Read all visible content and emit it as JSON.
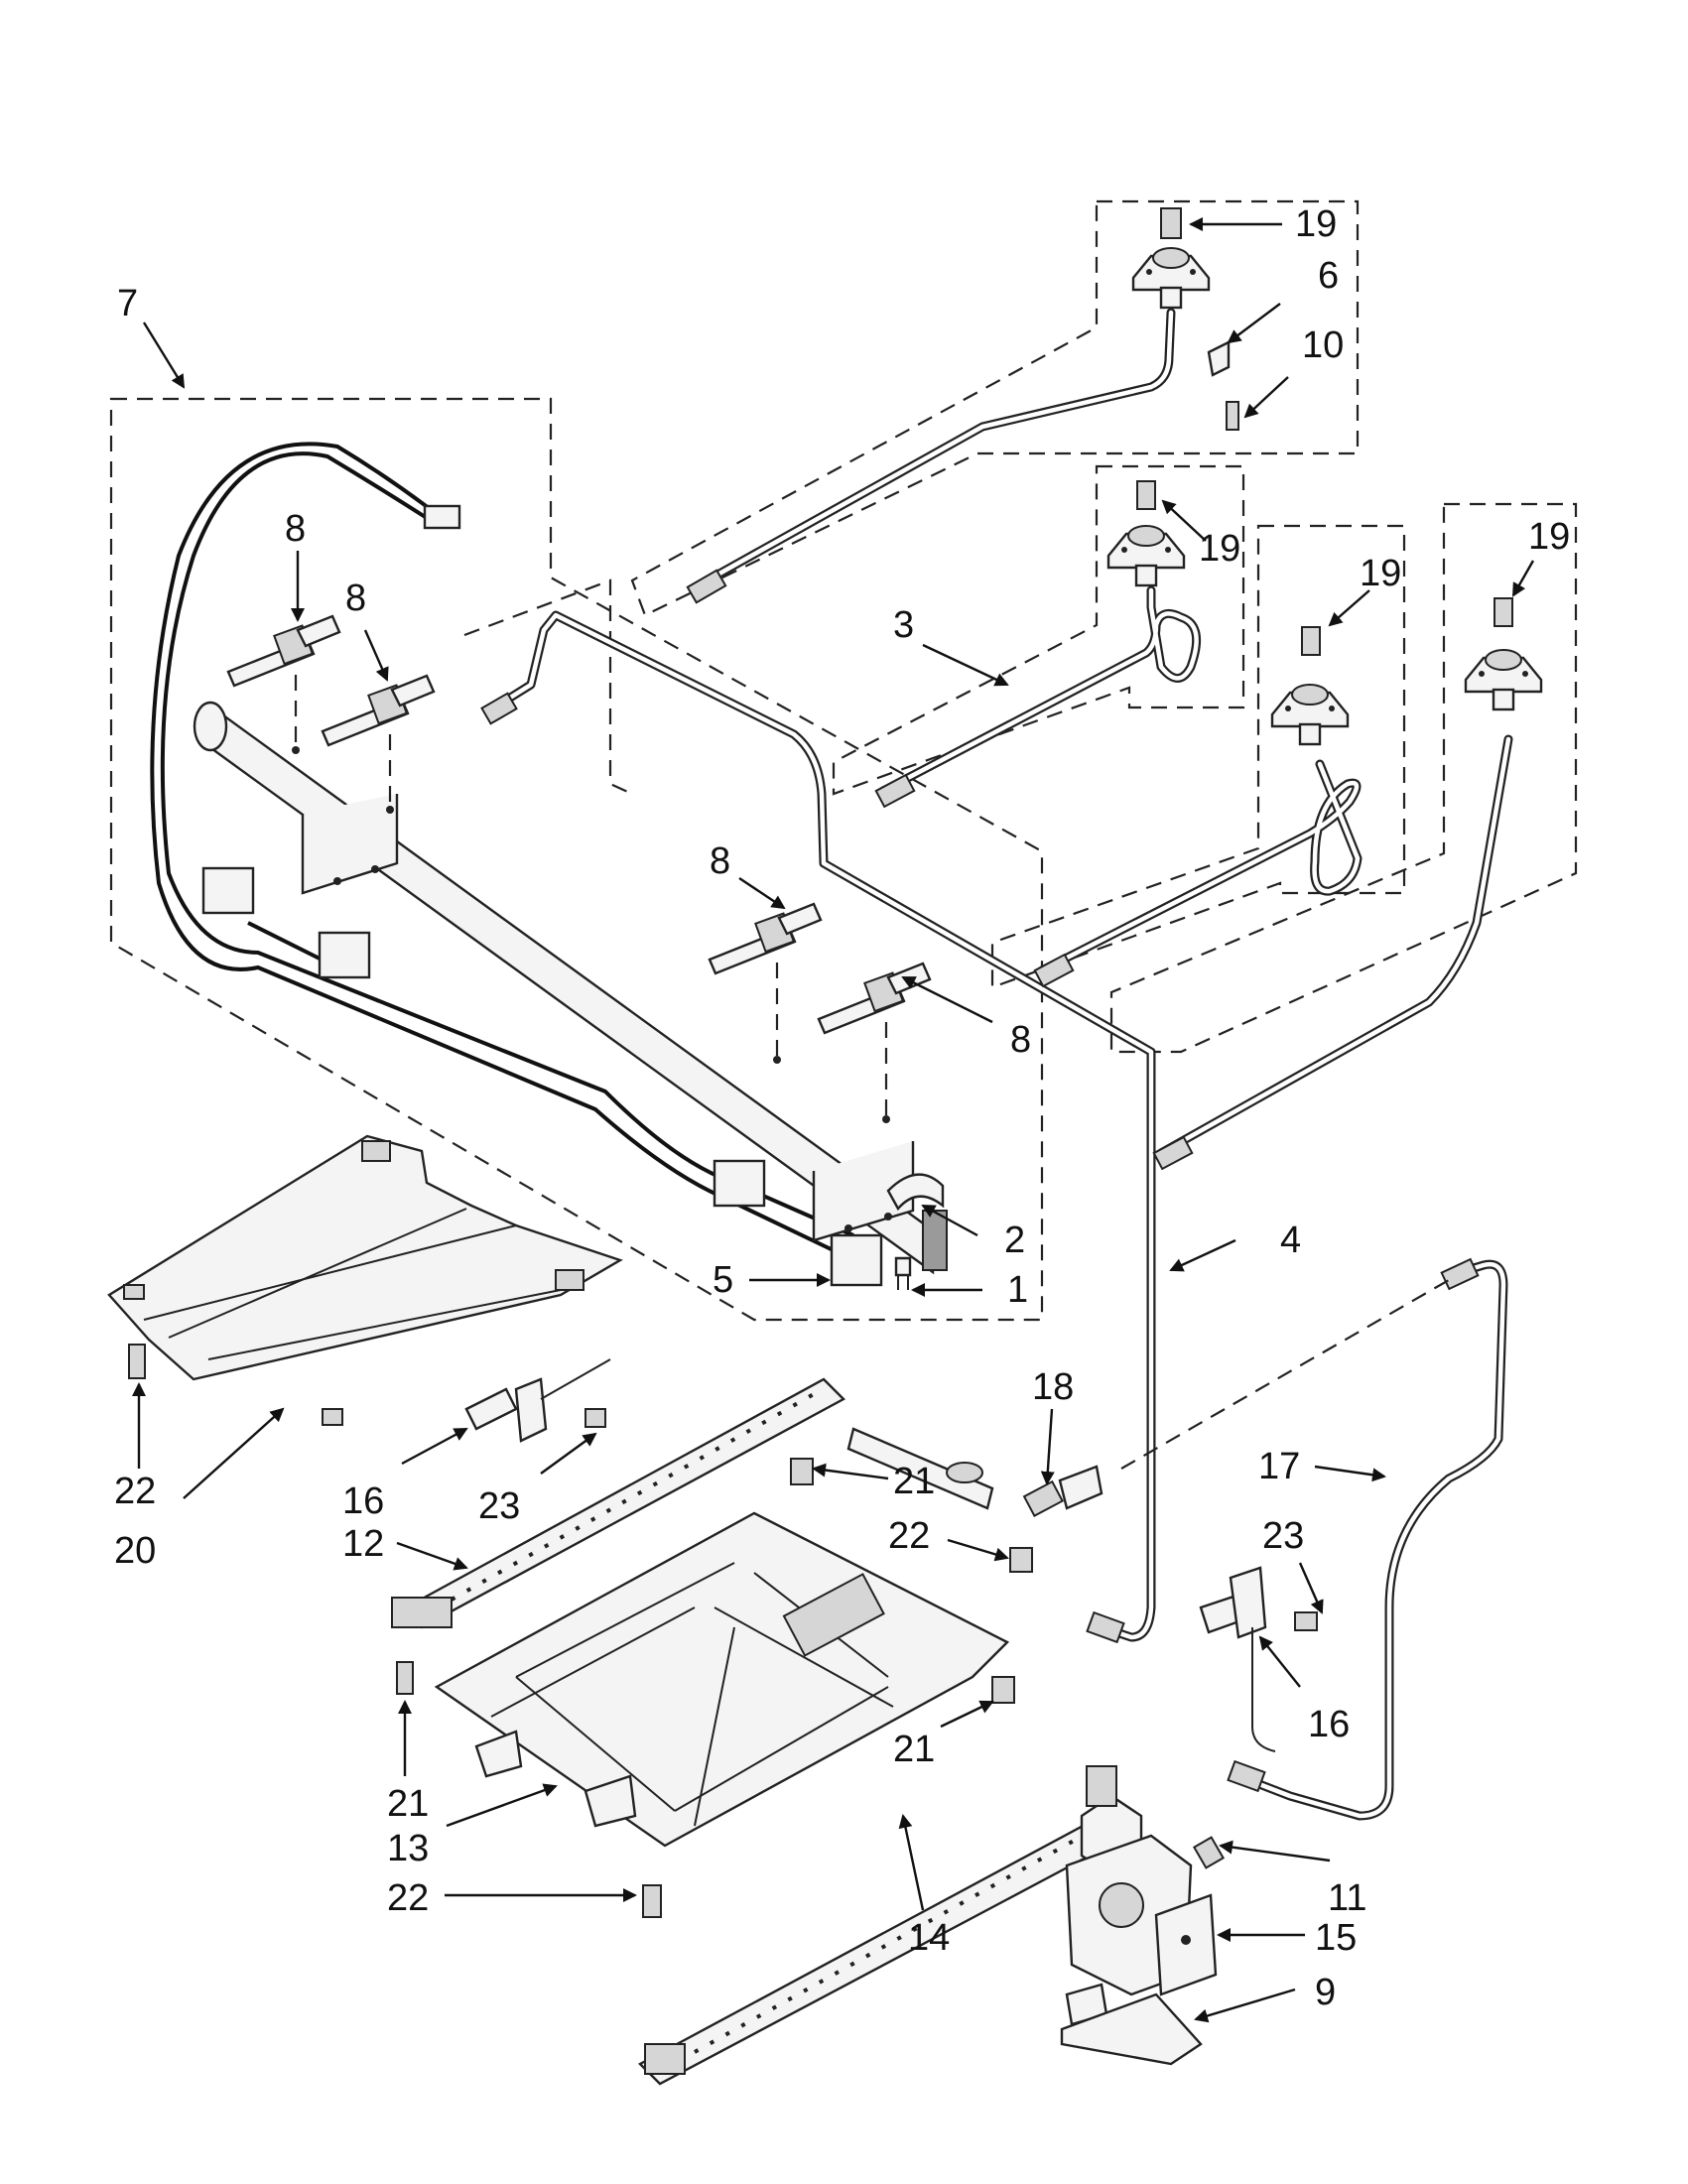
{
  "callouts": {
    "c1": "1",
    "c2": "2",
    "c3": "3",
    "c4": "4",
    "c5": "5",
    "c6": "6",
    "c7": "7",
    "c8a": "8",
    "c8b": "8",
    "c8c": "8",
    "c8d": "8",
    "c9": "9",
    "c10": "10",
    "c11": "11",
    "c12": "12",
    "c13": "13",
    "c14": "14",
    "c15": "15",
    "c16a": "16",
    "c16b": "16",
    "c17": "17",
    "c18": "18",
    "c19a": "19",
    "c19b": "19",
    "c19c": "19",
    "c19d": "19",
    "c20": "20",
    "c21a": "21",
    "c21b": "21",
    "c21c": "21",
    "c22a": "22",
    "c22b": "22",
    "c22c": "22",
    "c23a": "23",
    "c23b": "23"
  }
}
